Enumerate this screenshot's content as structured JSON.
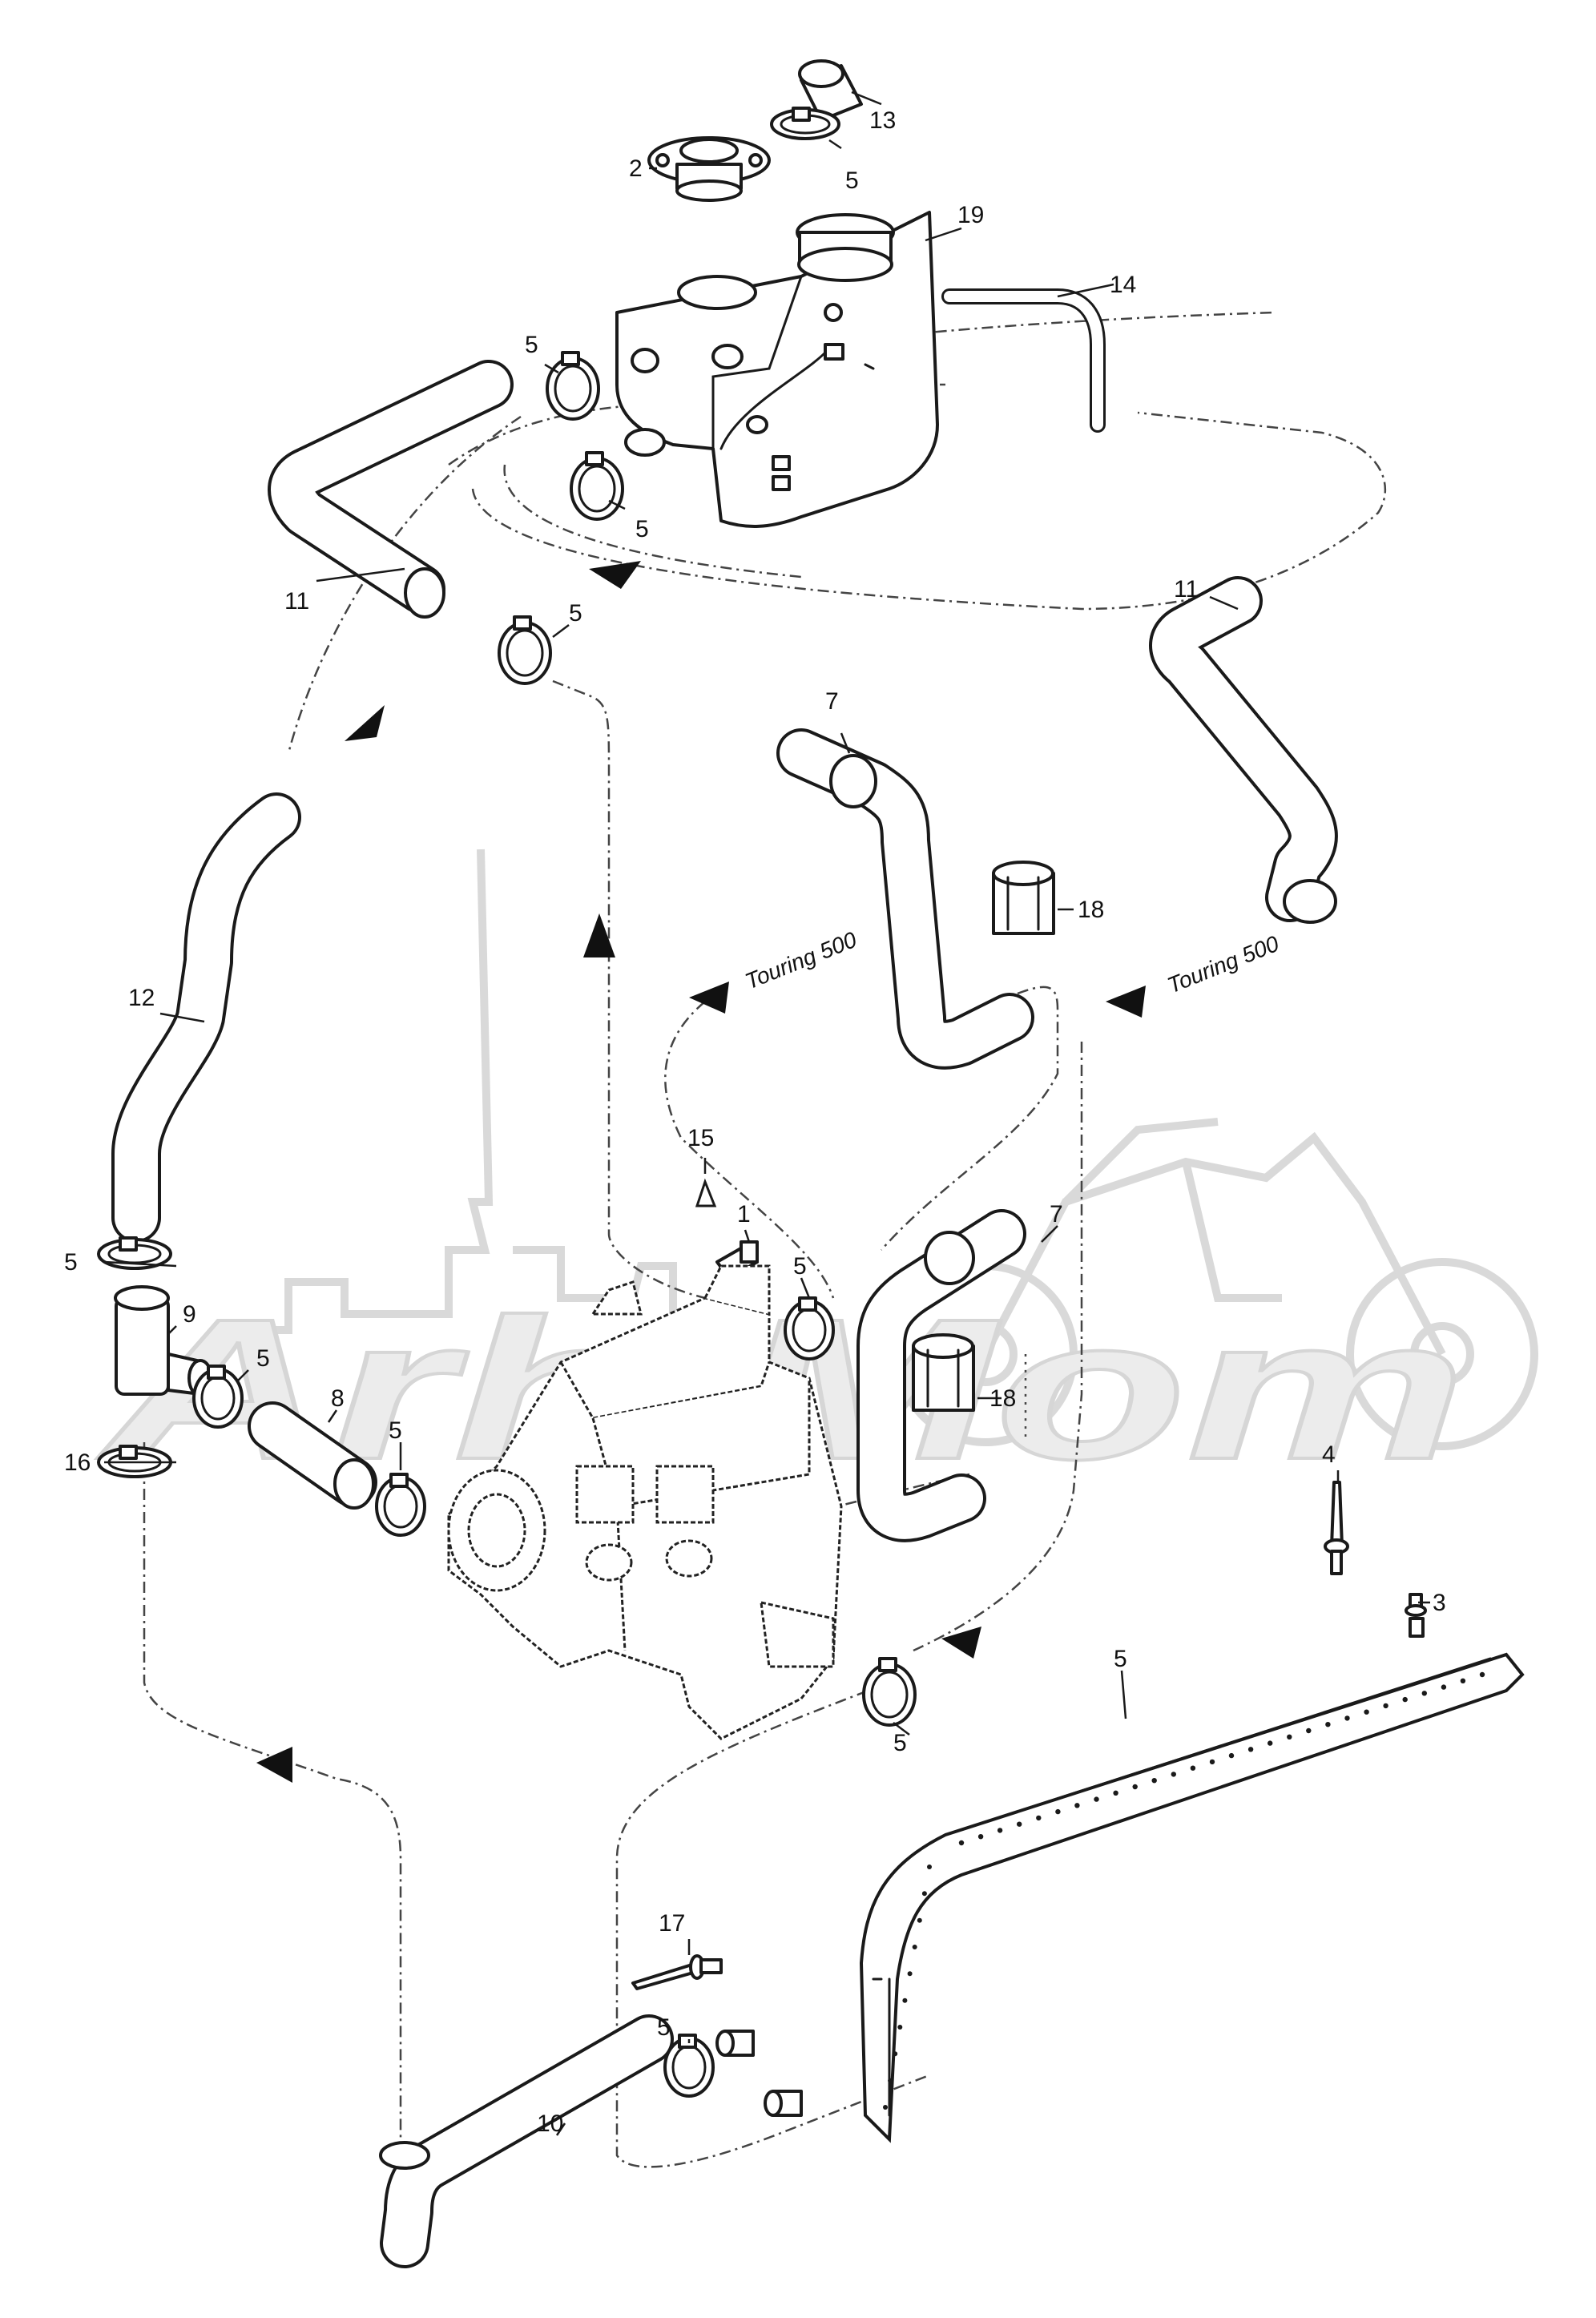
{
  "diagram": {
    "variant_note_label": "Touring 500",
    "callouts": [
      {
        "id": "c13",
        "label": "13"
      },
      {
        "id": "c2",
        "label": "2"
      },
      {
        "id": "c5a",
        "label": "5"
      },
      {
        "id": "c19",
        "label": "19"
      },
      {
        "id": "c14",
        "label": "14"
      },
      {
        "id": "c5b",
        "label": "5"
      },
      {
        "id": "c5c",
        "label": "5"
      },
      {
        "id": "c11a",
        "label": "11"
      },
      {
        "id": "c5d",
        "label": "5"
      },
      {
        "id": "c11b",
        "label": "11"
      },
      {
        "id": "c7a",
        "label": "7"
      },
      {
        "id": "c18a",
        "label": "18"
      },
      {
        "id": "c12",
        "label": "12"
      },
      {
        "id": "c15",
        "label": "15"
      },
      {
        "id": "c1",
        "label": "1"
      },
      {
        "id": "c7b",
        "label": "7"
      },
      {
        "id": "c5e",
        "label": "5"
      },
      {
        "id": "c5f",
        "label": "5"
      },
      {
        "id": "c9",
        "label": "9"
      },
      {
        "id": "c5g",
        "label": "5"
      },
      {
        "id": "c8",
        "label": "8"
      },
      {
        "id": "c18b",
        "label": "18"
      },
      {
        "id": "c5h",
        "label": "5"
      },
      {
        "id": "c5i",
        "label": "5"
      },
      {
        "id": "c16",
        "label": "16"
      },
      {
        "id": "c4",
        "label": "4"
      },
      {
        "id": "c3",
        "label": "3"
      },
      {
        "id": "c5j",
        "label": "5"
      },
      {
        "id": "c17",
        "label": "17"
      },
      {
        "id": "c5k",
        "label": "5"
      },
      {
        "id": "c10",
        "label": "10"
      }
    ],
    "notes": [
      {
        "id": "n1",
        "label": "Touring 500"
      },
      {
        "id": "n2",
        "label": "Touring 500"
      }
    ],
    "watermark_text": "Arh Mom"
  },
  "colors": {
    "line": "#1a1a1a",
    "watermark": "#d9d9d9",
    "background": "#ffffff"
  }
}
